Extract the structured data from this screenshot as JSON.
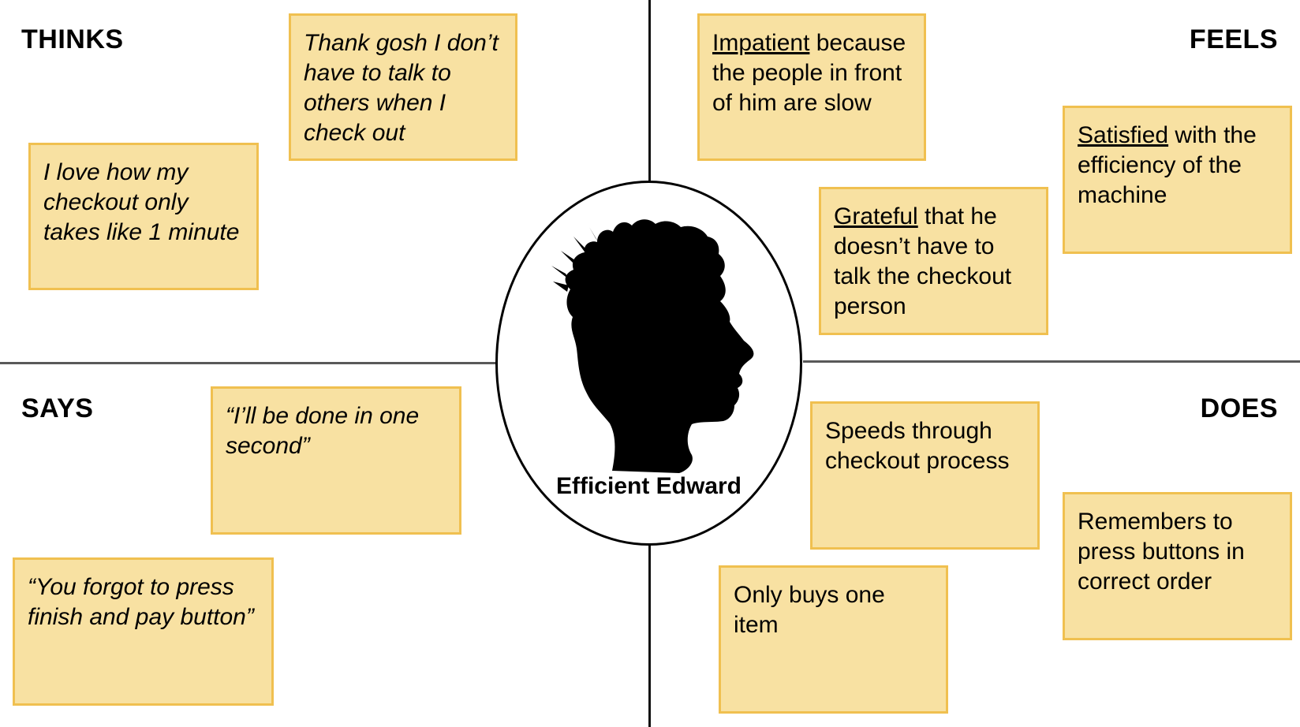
{
  "quadrants": {
    "thinks": "THINKS",
    "feels": "FEELS",
    "says": "SAYS",
    "does": "DOES"
  },
  "persona": {
    "name": "Efficient Edward",
    "icon": "head-silhouette-icon"
  },
  "thinks_notes": [
    {
      "text": "Thank gosh I don’t have to talk to others when I check out"
    },
    {
      "text": "I love how my checkout only takes like 1 minute"
    }
  ],
  "feels_notes": [
    {
      "emphasis": "Impatient",
      "text": " because the people in front of him are slow"
    },
    {
      "emphasis": "Satisfied",
      "text": " with the efficiency of the machine"
    },
    {
      "emphasis": "Grateful",
      "text": " that he doesn’t have to talk the checkout person"
    }
  ],
  "says_notes": [
    {
      "text": "“I’ll be done in one second”"
    },
    {
      "text": "“You forgot to press finish and pay button”"
    }
  ],
  "does_notes": [
    {
      "text": "Speeds through checkout process"
    },
    {
      "text": "Remembers to press buttons in correct order"
    },
    {
      "text": "Only buys one item"
    }
  ],
  "colors": {
    "note_fill": "#f8e1a2",
    "note_border": "#f0c050",
    "axis": "#595959"
  }
}
